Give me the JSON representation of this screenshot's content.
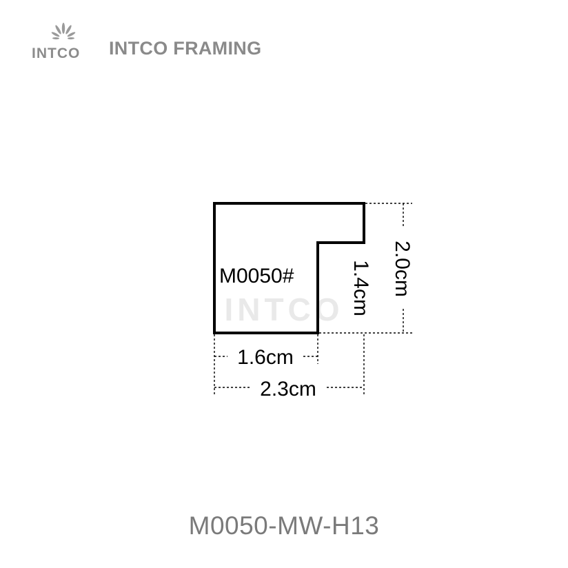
{
  "brand": {
    "logo_text": "INTCO",
    "name": "INTCO FRAMING"
  },
  "profile": {
    "model_label": "M0050#",
    "dimensions": {
      "inner_width": "1.6cm",
      "total_width": "2.3cm",
      "rebate_height": "1.4cm",
      "total_height": "2.0cm"
    },
    "watermark": "INTCO"
  },
  "footer": {
    "product_code": "M0050-MW-H13"
  },
  "colors": {
    "outline": "#000000",
    "dimension_lines": "#000000",
    "brand_gray": "#8a8a8a",
    "footer_gray": "#7a7a7a",
    "watermark": "#e6e6e6"
  }
}
